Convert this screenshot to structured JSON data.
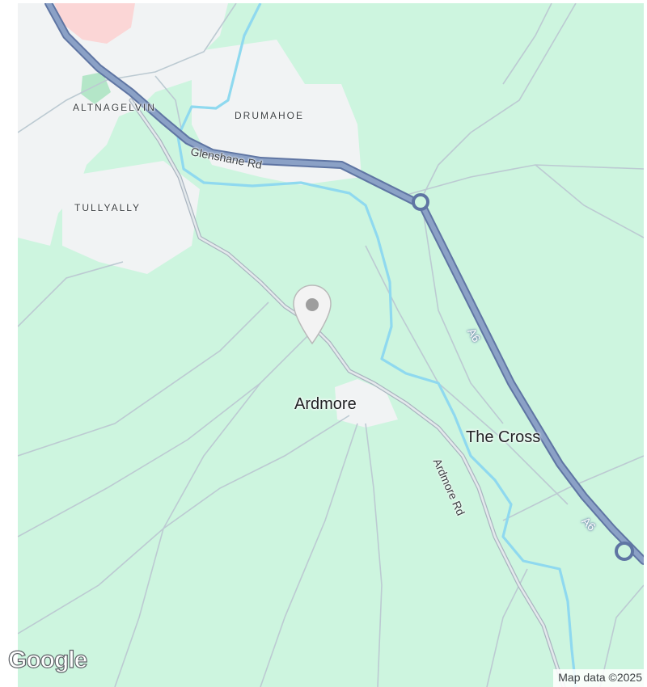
{
  "map": {
    "colors": {
      "land": "#cdf5df",
      "urban": "#f1f3f4",
      "urban_pink": "#fbd6d6",
      "park": "#b4e6c8",
      "river": "#8fd9ef",
      "minor_road": "#bccad2",
      "major_road": "#7e92b6",
      "major_road_casing": "#5f75a3"
    },
    "area_labels": {
      "altnagelvin": "ALTNAGELVIN",
      "drumahoe": "DRUMAHOE",
      "tullyally": "TULLYALLY"
    },
    "place_labels": {
      "ardmore": "Ardmore",
      "the_cross": "The Cross"
    },
    "road_labels": {
      "glenshane_rd": "Glenshane Rd",
      "ardmore_rd": "Ardmore Rd",
      "a6_north": "A6",
      "a6_south": "A6"
    },
    "pin": {
      "icon": "map-pin-icon",
      "color": "#ffffff"
    }
  },
  "branding": {
    "logo_text": "Google",
    "attribution": "Map data ©2025"
  }
}
